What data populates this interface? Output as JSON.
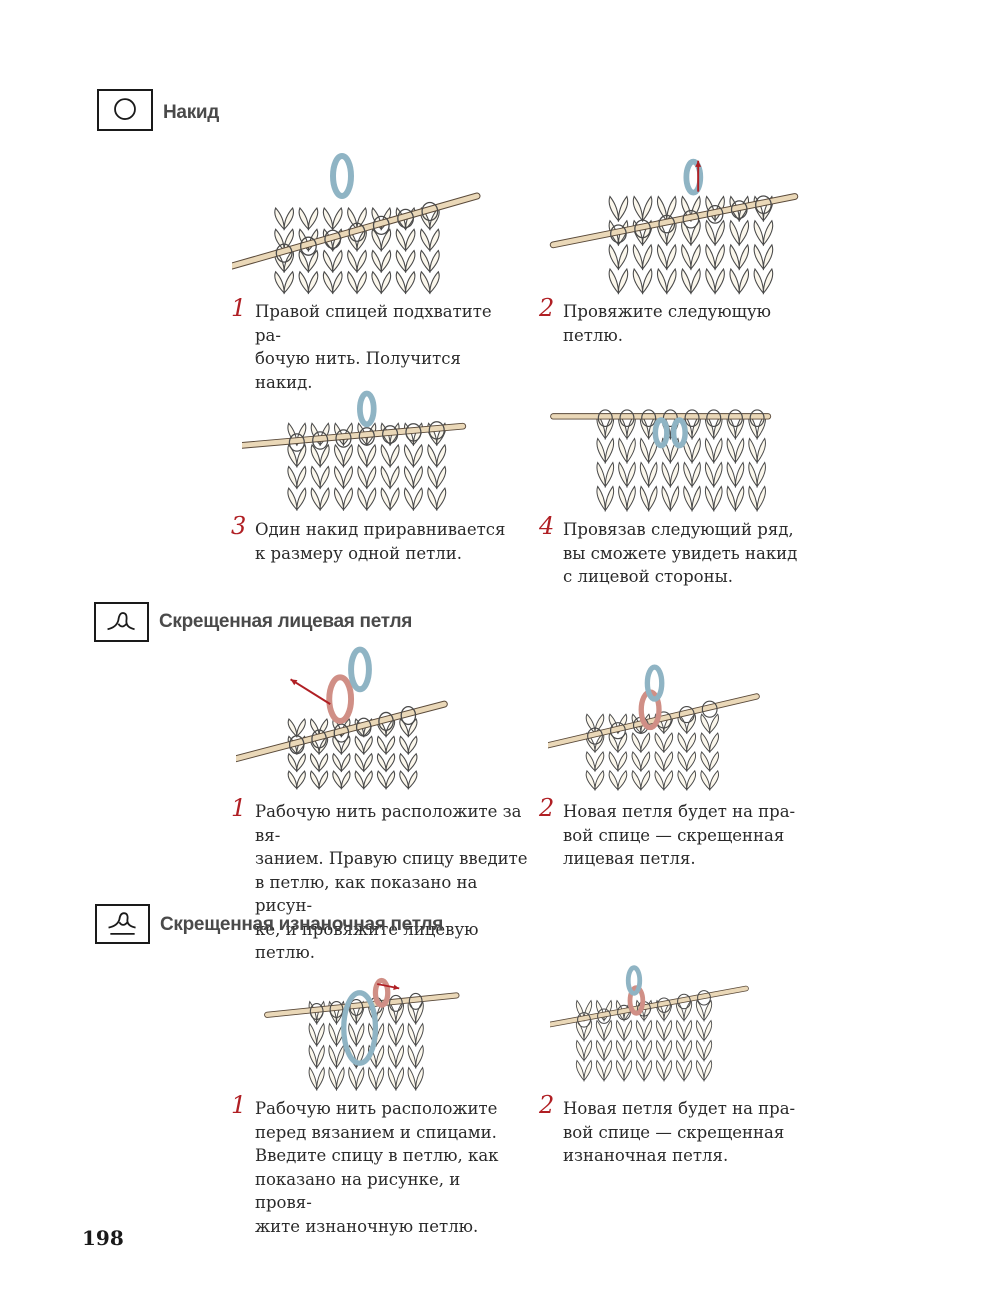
{
  "sections": [
    {
      "title": "Накид",
      "symbol_icon": "circle-symbol-icon",
      "steps": [
        {
          "num": "1",
          "lines": [
            "Правой спицей подхватите ра-",
            "бочую нить. Получится накид."
          ]
        },
        {
          "num": "2",
          "lines": [
            "Провяжите следующую",
            "петлю."
          ]
        },
        {
          "num": "3",
          "lines": [
            "Один накид приравнивается",
            "к размеру одной петли."
          ]
        },
        {
          "num": "4",
          "lines": [
            "Провязав следующий ряд,",
            "вы сможете увидеть накид",
            "с лицевой стороны."
          ]
        }
      ]
    },
    {
      "title": "Скрещенная лицевая петля",
      "symbol_icon": "twisted-knit-symbol-icon",
      "steps": [
        {
          "num": "1",
          "lines": [
            "Рабочую нить расположите за вя-",
            "занием. Правую спицу введите",
            "в петлю, как показано на рисун-",
            "ке, и провяжите лицевую петлю."
          ]
        },
        {
          "num": "2",
          "lines": [
            "Новая петля будет на пра-",
            "вой спице — скрещенная",
            "лицевая петля."
          ]
        }
      ]
    },
    {
      "title": "Скрещенная изнаночная петля",
      "symbol_icon": "twisted-purl-symbol-icon",
      "steps": [
        {
          "num": "1",
          "lines": [
            "Рабочую нить расположите",
            "перед вязанием и спицами.",
            "Введите спицу в петлю, как",
            "показано на рисунке, и провя-",
            "жите изнаночную петлю."
          ]
        },
        {
          "num": "2",
          "lines": [
            "Новая петля будет на пра-",
            "вой спице — скрещенная",
            "изнаночная петля."
          ]
        }
      ]
    }
  ],
  "page_number": "198",
  "colors": {
    "accent_number": "#b01f24",
    "yarn_blue": "#8fb4c4",
    "yarn_pink": "#d08f86",
    "needle": "#ead8b8",
    "stitch_fill": "#fbf7ec",
    "heading_gray": "#4a4a4a"
  }
}
